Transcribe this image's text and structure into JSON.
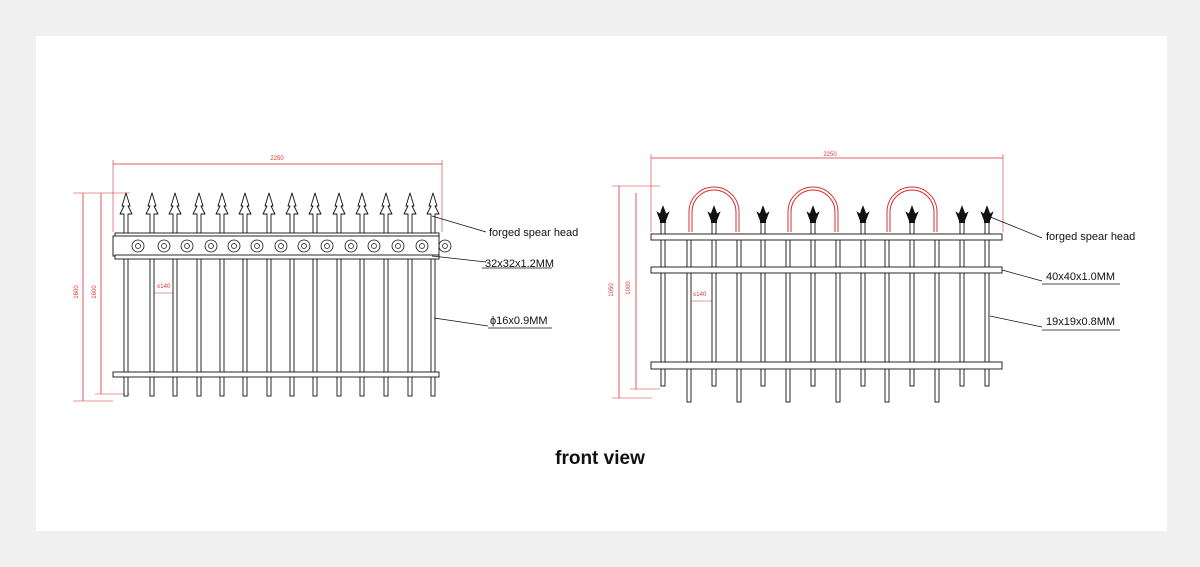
{
  "caption": "front view",
  "colors": {
    "line": "#111111",
    "dimension": "#d33333",
    "arch": "#d33333",
    "panel": "#ffffff",
    "background": "#f0f0f0"
  },
  "left_fence": {
    "width_dim": "2250",
    "height_dim_outer": "1600",
    "height_dim_inner": "1600",
    "spacing_dim": "≤140",
    "labels": [
      "forged spear head",
      "32x32x1.2MM",
      "ϕ16x0.9MM"
    ]
  },
  "right_fence": {
    "width_dim": "2250",
    "height_dim_outer": "1050",
    "height_dim_inner": "1000",
    "spacing_dim": "≤140",
    "labels": [
      "forged spear head",
      "40x40x1.0MM",
      "19x19x0.8MM"
    ]
  }
}
